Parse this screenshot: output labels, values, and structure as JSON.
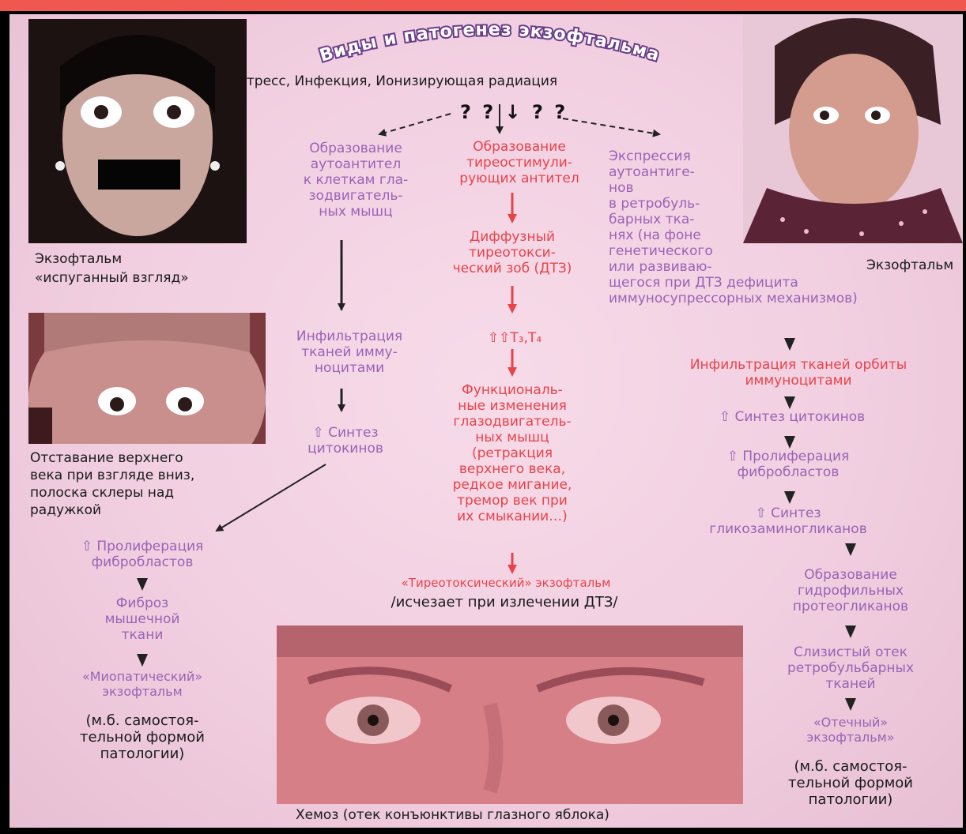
{
  "title": "Виды и патогенез экзофтальма",
  "causes": "Стресс, Инфекция, Ионизирующая радиация",
  "unknown_marks": "? ? ↓ ? ?",
  "photos": {
    "top_left_caption": [
      "Экзофтальм",
      "«испуганный взгляд»"
    ],
    "top_right_caption": "Экзофтальм",
    "mid_left_caption": [
      "Отставание верхнего",
      "века при взгляде вниз,",
      "полоска склеры над",
      "радужкой"
    ],
    "bottom_caption": "Хемоз (отек конъюнктивы глазного яблока)"
  },
  "left_branch": {
    "step1": [
      "Образование",
      "аутоантител",
      "к клеткам гла-",
      "зодвигатель-",
      "ных мышц"
    ],
    "step2": [
      "Инфильтрация",
      "тканей имму-",
      "ноцитами"
    ],
    "step3": [
      "⇧ Синтез",
      "цитокинов"
    ],
    "step4": [
      "⇧ Пролиферация",
      "фибробластов"
    ],
    "step5": [
      "Фиброз",
      "мышечной",
      "ткани"
    ],
    "step6": [
      "«Миопатический»",
      "экзофтальм"
    ],
    "note": [
      "(м.б. самостоя-",
      "тельной формой",
      "патологии)"
    ]
  },
  "center_branch": {
    "step1": [
      "Образование",
      "тиреостимули-",
      "рующих антител"
    ],
    "step2": [
      "Диффузный",
      "тиреотокси-",
      "ческий зоб (ДТЗ)"
    ],
    "step3": "⇧⇧T₃,T₄",
    "step4": [
      "Функциональ-",
      "ные изменения",
      "глазодвигатель-",
      "ных мышц",
      "(ретракция",
      "верхнего века,",
      "редкое мигание,",
      "тремор век при",
      "их смыкании…)"
    ],
    "result": "«Тиреотоксический» экзофтальм",
    "result_note": "/исчезает при излечении ДТЗ/"
  },
  "right_branch": {
    "step1": [
      "Экспрессия",
      "аутоантиге-",
      "нов",
      "в ретробуль-",
      "барных тка-",
      "нях (на фоне",
      "генетического",
      "или развиваю-",
      "щегося при  ДТЗ дефицита",
      "иммуносупрессорных механизмов)"
    ],
    "step2": [
      "Инфильтрация тканей орбиты",
      "иммуноцитами"
    ],
    "step3": "⇧ Синтез цитокинов",
    "step4": [
      "⇧ Пролиферация",
      "фибробластов"
    ],
    "step5": [
      "⇧ Синтез",
      "гликозаминогликанов"
    ],
    "step6": [
      "Образование",
      "гидрофильных",
      "протеогликанов"
    ],
    "step7": [
      "Слизистый отек",
      "ретробульбарных",
      "тканей"
    ],
    "step8": [
      "«Отечный»",
      "экзофтальм»"
    ],
    "note": [
      "(м.б. самостоя-",
      "тельной формой",
      "патологии)"
    ]
  },
  "colors": {
    "background": "#f3d3e3",
    "purple_text": "#9a62b6",
    "red_text": "#e8434b",
    "top_bar": "#f0584f"
  }
}
